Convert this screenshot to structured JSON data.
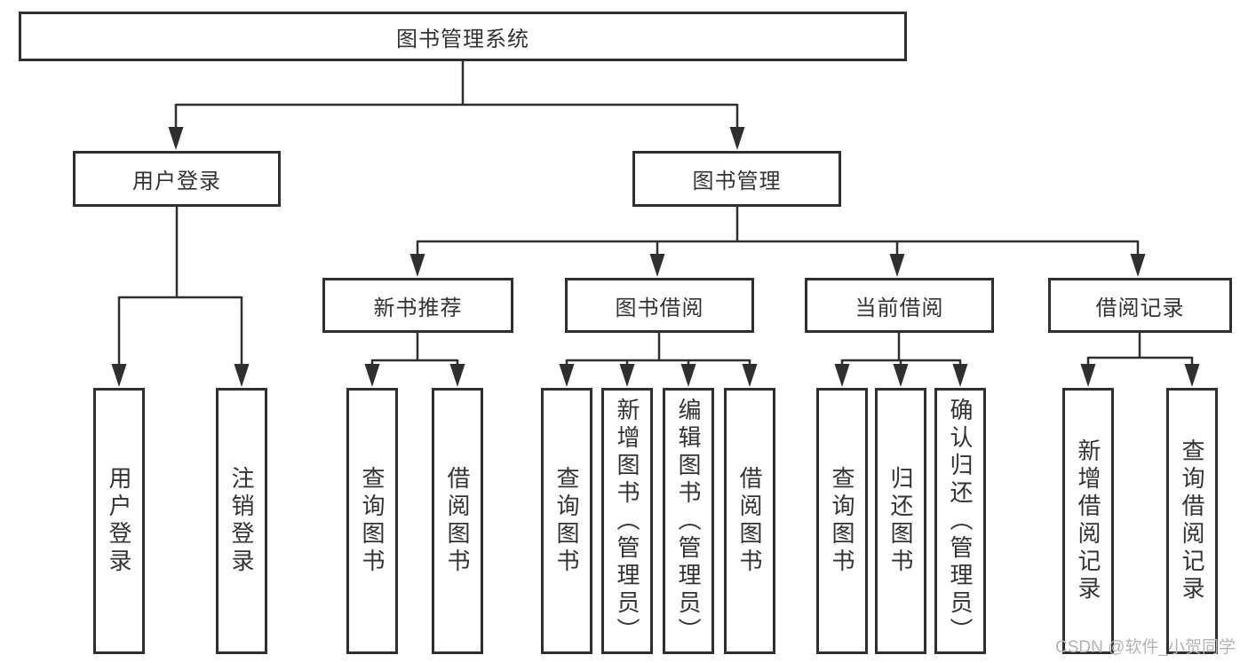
{
  "diagram": {
    "root": {
      "label": "图书管理系统",
      "children": [
        {
          "label": "用户登录",
          "children": [
            {
              "label": "用户登录"
            },
            {
              "label": "注销登录"
            }
          ]
        },
        {
          "label": "图书管理",
          "children": [
            {
              "label": "新书推荐",
              "children": [
                {
                  "label": "查询图书"
                },
                {
                  "label": "借阅图书"
                }
              ]
            },
            {
              "label": "图书借阅",
              "children": [
                {
                  "label": "查询图书"
                },
                {
                  "label": "新增图书（管理员）"
                },
                {
                  "label": "编辑图书（管理员）"
                },
                {
                  "label": "借阅图书"
                }
              ]
            },
            {
              "label": "当前借阅",
              "children": [
                {
                  "label": "查询图书"
                },
                {
                  "label": "归还图书"
                },
                {
                  "label": "确认归还（管理员）"
                }
              ]
            },
            {
              "label": "借阅记录",
              "children": [
                {
                  "label": "新增借阅记录"
                },
                {
                  "label": "查询借阅记录"
                }
              ]
            }
          ]
        }
      ]
    }
  },
  "watermark": {
    "text": "CSDN @软件_小贺同学"
  },
  "colors": {
    "line": "#2f2f2f",
    "border": "#2f2f2f",
    "text": "#333333",
    "watermark": "#b3b3b3",
    "background": "#ffffff"
  }
}
